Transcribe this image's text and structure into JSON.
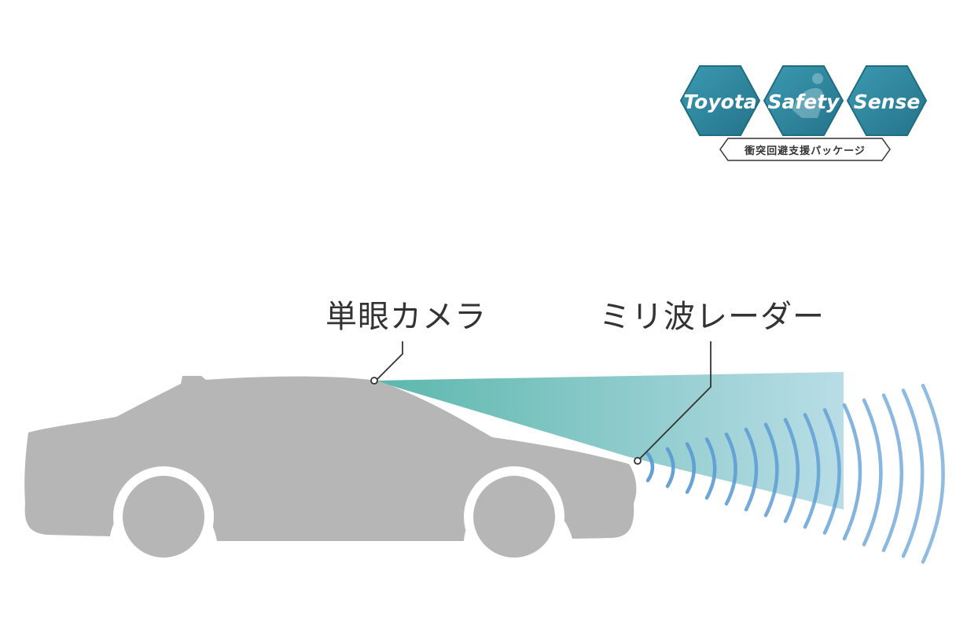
{
  "logo": {
    "words": [
      "Toyota",
      "Safety",
      "Sense"
    ],
    "tagline": "衝突回避支援パッケージ",
    "hex_color": "#2f8aa1",
    "hex_edge_color": "#1f6d82"
  },
  "callouts": {
    "camera": "単眼カメラ",
    "radar": "ミリ波レーダー"
  },
  "colors": {
    "car_body": "#b6b6b6",
    "camera_beam_start": "#5bb7ac",
    "camera_beam_end": "#b9dde6",
    "radar_wave": "#5a9bd4",
    "leader_line": "#333333"
  }
}
